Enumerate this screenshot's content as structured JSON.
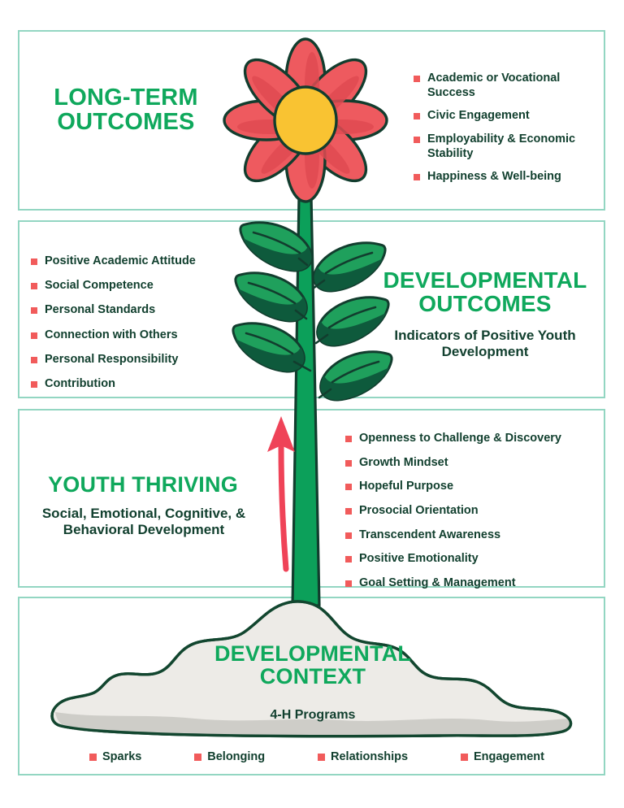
{
  "colors": {
    "panel_border": "#93d6c2",
    "heading_green": "#0fa85c",
    "body_dark_green": "#12402f",
    "bullet_red": "#f15b5b",
    "petal_red": "#ee5a5f",
    "petal_shadow": "#e04a52",
    "flower_center": "#f9c332",
    "stem_green": "#0ca05a",
    "leaf_green": "#1fa05c",
    "leaf_shadow": "#0e5a3c",
    "outline_dark": "#123d2e",
    "arrow_red": "#ef4358",
    "mound_light": "#edebe7",
    "mound_shadow": "#cccbc6",
    "background": "#ffffff"
  },
  "sections": {
    "long_term": {
      "title": "LONG-TERM\nOUTCOMES",
      "title_line1": "LONG-TERM",
      "title_line2": "OUTCOMES",
      "items": [
        "Academic or Vocational Success",
        "Civic Engagement",
        "Employability & Economic Stability",
        "Happiness & Well-being"
      ],
      "icon": "flower-illustration"
    },
    "developmental_outcomes": {
      "title_line1": "DEVELOPMENTAL",
      "title_line2": "OUTCOMES",
      "subtitle": "Indicators of Positive Youth Development",
      "items": [
        "Positive Academic Attitude",
        "Social Competence",
        "Personal Standards",
        "Connection with Others",
        "Personal Responsibility",
        "Contribution"
      ],
      "icon": "leaves-illustration"
    },
    "youth_thriving": {
      "title": "YOUTH THRIVING",
      "subtitle": "Social, Emotional, Cognitive, & Behavioral Development",
      "items": [
        "Openness to Challenge & Discovery",
        "Growth Mindset",
        "Hopeful Purpose",
        "Prosocial Orientation",
        "Transcendent Awareness",
        "Positive Emotionality",
        "Goal Setting & Management"
      ],
      "icon": "upward-arrow"
    },
    "developmental_context": {
      "title_line1": "DEVELOPMENTAL",
      "title_line2": "CONTEXT",
      "subtitle": "4-H Programs",
      "tags": [
        "Sparks",
        "Belonging",
        "Relationships",
        "Engagement"
      ],
      "icon": "soil-mound-illustration"
    }
  }
}
